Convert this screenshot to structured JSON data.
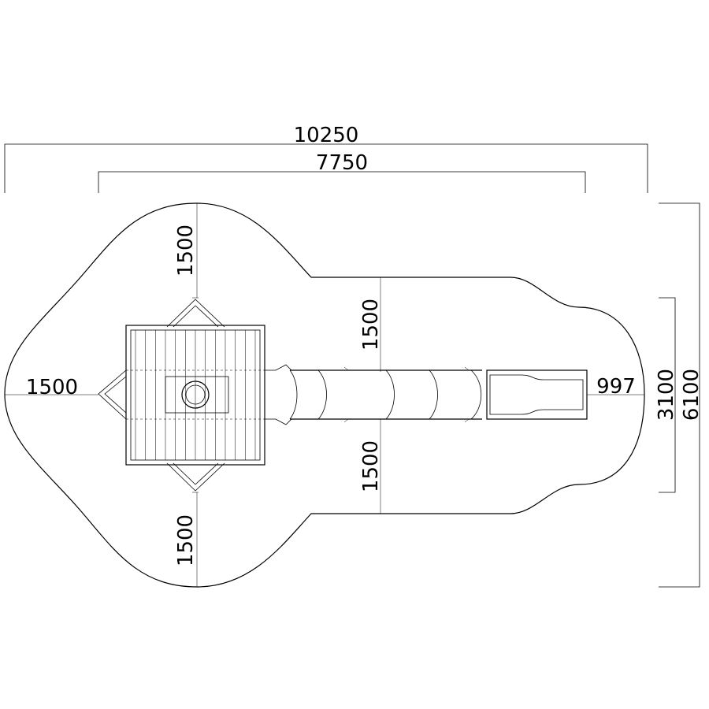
{
  "dimensions": {
    "overall_width": "10250",
    "inner_width": "7750",
    "overall_height": "6100",
    "inner_height": "3100",
    "left_clearance": "1500",
    "top_clearance": "1500",
    "bottom_clearance": "1500",
    "slide_top_clearance": "1500",
    "slide_bottom_clearance": "1500",
    "slide_end_clearance": "997"
  }
}
